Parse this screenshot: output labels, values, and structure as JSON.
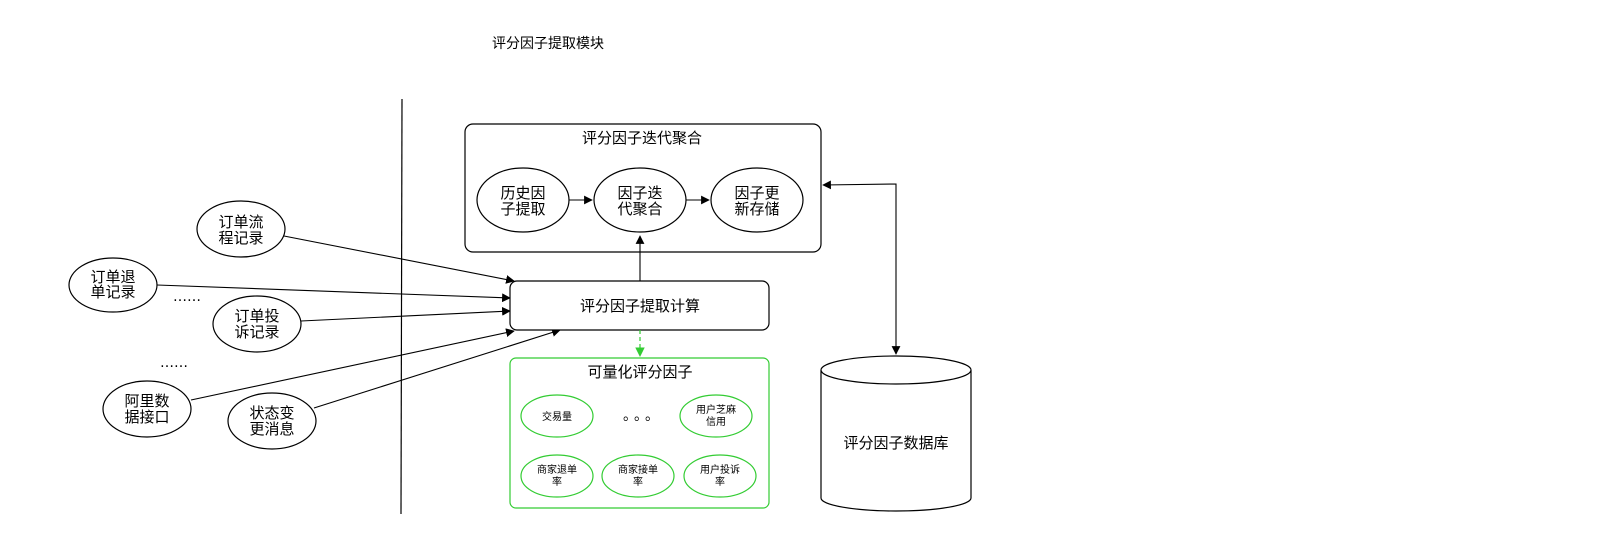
{
  "title": "评分因子提取模块",
  "colors": {
    "stroke": "#000000",
    "green": "#33cc33",
    "background": "#ffffff"
  },
  "sources": {
    "order_flow": [
      "订单流",
      "程记录"
    ],
    "order_refund": [
      "订单退",
      "单记录"
    ],
    "order_complaint": [
      "订单投",
      "诉记录"
    ],
    "ali_api": [
      "阿里数",
      "据接口"
    ],
    "status_msg": [
      "状态变",
      "更消息"
    ],
    "ellipsis_1": "……",
    "ellipsis_2": "……"
  },
  "iteration_group": {
    "title": "评分因子迭代聚合",
    "history": [
      "历史因",
      "子提取"
    ],
    "iterate": [
      "因子迭",
      "代聚合"
    ],
    "update": [
      "因子更",
      "新存储"
    ]
  },
  "compute": {
    "label": "评分因子提取计算"
  },
  "factors": {
    "title": "可量化评分因子",
    "trade_volume": "交易量",
    "dots": "。。。",
    "sesame": [
      "用户芝麻",
      "信用"
    ],
    "merchant_refund": [
      "商家退单",
      "率"
    ],
    "merchant_accept": [
      "商家接单",
      "率"
    ],
    "user_complaint": [
      "用户投诉",
      "率"
    ]
  },
  "database": {
    "label": "评分因子数据库"
  }
}
